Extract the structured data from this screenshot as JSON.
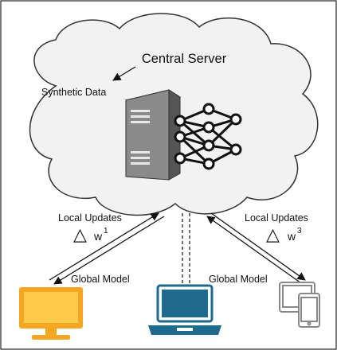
{
  "diagram": {
    "cloud": {
      "title": "Central Server",
      "fill": "#f2f2f2",
      "stroke": "#333333"
    },
    "synthetic_label": "Synthetic  Data",
    "server_icon_colors": {
      "front": "#8a8a8a",
      "side": "#555555",
      "top": "#b0b0b0"
    },
    "network_icon": "neural-network-icon",
    "left_link": {
      "up_label": "Local Updates",
      "delta_symbol": "△",
      "delta_var": "w",
      "delta_sup": "1",
      "down_label": "Global Model"
    },
    "right_link": {
      "up_label": "Local Updates",
      "delta_symbol": "△",
      "delta_var": "w",
      "delta_sup": "3",
      "down_label": "Global Model"
    },
    "clients": [
      {
        "icon": "desktop-monitor-icon",
        "color": "#f5a623"
      },
      {
        "icon": "laptop-icon",
        "color": "#1e6a8d"
      },
      {
        "icon": "phone-tablet-icon",
        "color": "#888888"
      }
    ]
  }
}
